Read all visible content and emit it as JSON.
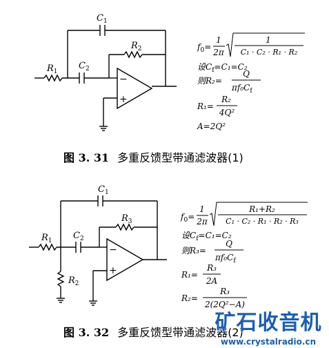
{
  "fig1": {
    "labels": {
      "c1": "C",
      "c1_sub": "1",
      "r2": "R",
      "r2_sub": "2",
      "r1": "R",
      "r1_sub": "1",
      "c2": "C",
      "c2_sub": "2",
      "minus": "−",
      "plus": "+"
    },
    "eq": {
      "f0_left": "f",
      "f0_sub": "0",
      "f0_eq": "=",
      "f0_num": "1",
      "f0_den": "2π",
      "f0_rad_num": "1",
      "f0_rad_den": "C₁ · C₂ · R₁ · R₂",
      "set": "设C",
      "set_sub": "f",
      "set_rest": "=C₁=C₂",
      "then": "则R₂=",
      "then_num": "Q",
      "then_den": "πf₀C",
      "then_den_sub": "f",
      "r1_left": "R₁=",
      "r1_num": "R₂",
      "r1_den": "4Q²",
      "a": "A=2Q²"
    },
    "caption_num": "图 3. 31",
    "caption_text": "多重反馈型带通滤波器(1)"
  },
  "fig2": {
    "labels": {
      "c1": "C",
      "c1_sub": "1",
      "r3": "R",
      "r3_sub": "3",
      "r1": "R",
      "r1_sub": "1",
      "c2": "C",
      "c2_sub": "2",
      "r2": "R",
      "r2_sub": "2",
      "minus": "−",
      "plus": "+"
    },
    "eq": {
      "f0_left": "f",
      "f0_sub": "0",
      "f0_eq": "=",
      "f0_num": "1",
      "f0_den": "2π",
      "f0_rad_num": "R₁+R₂",
      "f0_rad_den": "C₁ · C₂ · R₁ · R₂ · R₃",
      "set": "设C",
      "set_sub": "f",
      "set_rest": "=C₁=C₂",
      "then": "则R₃=",
      "then_num": "Q",
      "then_den": "πf₀C",
      "then_den_sub": "f",
      "r1_left": "R₁=",
      "r1_num": "R₃",
      "r1_den": "2A",
      "r2_left": "R₂=",
      "r2_num": "R₃",
      "r2_den": "2(2Q²−A)"
    },
    "caption_num": "图 3. 32",
    "caption_text": "多重反馈型带通滤波器(2)"
  },
  "watermark": {
    "cn": "矿石收音机",
    "url": "www.crystalradio.cn",
    "color": "#1a5fb4"
  }
}
